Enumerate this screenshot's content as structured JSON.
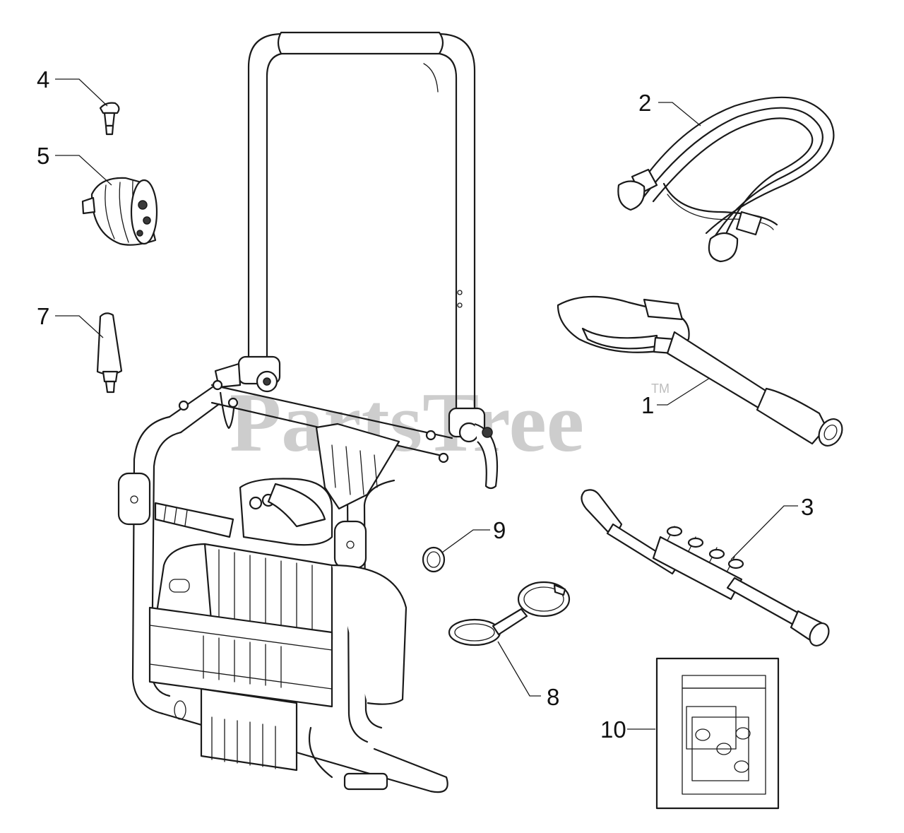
{
  "watermark": {
    "brand": "PartsTree",
    "trademark": "TM",
    "color": "#bdbdbd"
  },
  "callouts": [
    {
      "id": "1",
      "part": "spray-gun"
    },
    {
      "id": "2",
      "part": "high-pressure-hose"
    },
    {
      "id": "3",
      "part": "lance-wand"
    },
    {
      "id": "4",
      "part": "quick-connect-nozzle"
    },
    {
      "id": "5",
      "part": "multi-nozzle-turret"
    },
    {
      "id": "7",
      "part": "turbo-nozzle"
    },
    {
      "id": "8",
      "part": "cap-retainer"
    },
    {
      "id": "9",
      "part": "plug"
    },
    {
      "id": "10",
      "part": "hardware-bag"
    }
  ]
}
